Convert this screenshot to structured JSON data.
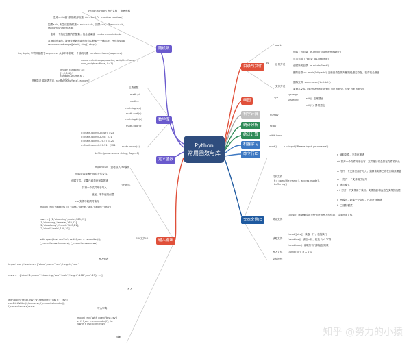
{
  "center": {
    "line1": "Python",
    "line2": "常用函数与库"
  },
  "colors": {
    "center": "#2f4d7e",
    "random": "#6a5acd",
    "math": "#6a5acd",
    "def": "#6a5acd",
    "input_output": "#e0503a",
    "dir_file": "#e0503a",
    "turtle": "#e0503a",
    "numpy": "#c0c0c0",
    "bio": "#2e8b57",
    "stat": "#2e8b57",
    "ml": "#3d78c2",
    "cmd": "#3d78c2",
    "text": "#1f5aa0"
  },
  "topics": {
    "random": "随机数",
    "math": "数学库",
    "def": "定义函数",
    "input_output": "输入输出",
    "dir_file": "目录与文件",
    "turtle": "画图",
    "numpy": "科学计算",
    "bio": "统计分析",
    "stat": "统计计算",
    "ml": "机器学习",
    "cmd": "命令行IO",
    "text": "文本文件IO"
  },
  "leaves": {
    "random": [
      "python random 官方文档    参考资料",
      "生成一个0到1的随机浮点数  0<=n<1.0    random.random()",
      "如果a<b, 则生成的随机数n: a<=n<=b，如果a>b，则a>=n>=b。  random.uniform(a,b)",
      "生成一个指定范围内的整数，包含结束值  random.randint(a,b)",
      "从指定范围内，按指定基数递增的集合中获取一个随机数。不包括stop  random.randrange([start], stop[, step])",
      "list, tuple, 字符串都属于sequence  从序列中获取一个随机元素  random.choice(sequence)",
      "random.choices(population, weights=None, *, cum_weights=None, k=1)",
      "import random / a=[1,2,3,4] / random.shuffle(a) / print(a)",
      "洗牌算法 将列表打乱  random.shuffle(x[,random])"
    ],
    "math": [
      "三角函数",
      "math.pi",
      "math.e",
      "math.log(x,a)",
      "math.sqrt(x)",
      "math.log10(x)",
      "math.floor(x)",
      "x=Math.round(23.49)  //23",
      "x=Math.round(20.5)  //21",
      "x=Math.round(-20.5)  //-20",
      "x=Math.round(-20.51)  //-21",
      "math.round(x)"
    ],
    "def": [
      "def fun(parameters, string, flags=0)"
    ],
    "input_output": [
      "import csv    查看导入csv模块",
      "创建或者覆盖已经存在的文件",
      "创建文件。如果已经存在就会报错",
      "打开一个文件用于写入",
      "追加，不存在则创建",
      "csv文件不能同时读写",
      "import csv / headers = ['class','name','sex','height','year']",
      "rows = [ [1,'xiaoming','male',168,23], [1,'xiaohong','female',162,22], [2,'xiaozhang','female',163,21], [2,'xiaoli','male',158,21] ]",
      "with open('test.csv','w') as f: f_csv = csv.writer(f); f_csv.writerow(headers); f_csv.writerows(rows)",
      "写入列表",
      "import csv / headers = ['class','name','sex','height','year']",
      "rows = [ {'class':1,'name':'xiaoming','sex':'male','height':168,'year':23}, ... ]",
      "with open('test2.csv','w',newline='') as f: f_csv = csv.DictWriter(f,headers); f_csv.writeheader(); f_csv.writerows(rows)",
      "写入字典",
      "import csv / with open('test.csv') as f: f_csv = csv.reader(f); for row in f_csv: print(row)",
      "读取",
      "打开模式",
      "写入",
      "CSV文件IO"
    ],
    "dir_file": [
      "创建工作目录  os.chdir(\"/home/meweri\")",
      "显示当前工作目录  os.getcwd()",
      "创建新的目录  os.mkdir(\"test\")",
      "删除目录  os.rmdir(\"dirpath\")  当前目录会先判断路径是否存在，若存在会报错",
      "删除文件  os.remove(\"test.txt\")",
      "重命名文件  os.rename(current_file_name, new_file_name)",
      "work",
      "os",
      "目录方法",
      "文件方法"
    ],
    "turtle": [
      "sys.argv",
      "sys.exit()",
      "exit()  正常退出",
      "exit(1)  异常退出",
      "sys"
    ],
    "numpy": [
      "numpy"
    ],
    "bio": [
      "scipy"
    ],
    "stat": [
      "scikit-learn"
    ],
    "ml": [
      "input()",
      "x = input(\"Please input your name\")"
    ],
    "text": [
      "f = open(file_name [, access_mode][, buffering])",
      "r  读取文件，不存在报错",
      "r+  打开一个文件用于读写，文件指针将会放在文件的开头",
      "w  打开一个文件只用于写入，如果该文件已存在则将其覆盖",
      "w+  打开一个文件用于读写",
      "a  追加模式",
      "a+  打开一个文件用于读写，文件指针将会放在文件的结尾",
      "x  写模式，新建一个文件，已存在则报错",
      "b  二进制模式",
      "打开文件",
      "f.close()  刷新缓冲区里任何还没写入的信息，并关闭该文件",
      "关闭文件",
      "f.read([size])  读取一行，包括换行",
      "f.readline()  读取一行，包括 \"\\n\" 字符",
      "f.readlines()  读取所有行并返回列表",
      "读取文件",
      "f.write(str)  写入文件",
      "写入文件",
      "文件操作"
    ]
  },
  "watermark": "知乎 @努力的小猿"
}
